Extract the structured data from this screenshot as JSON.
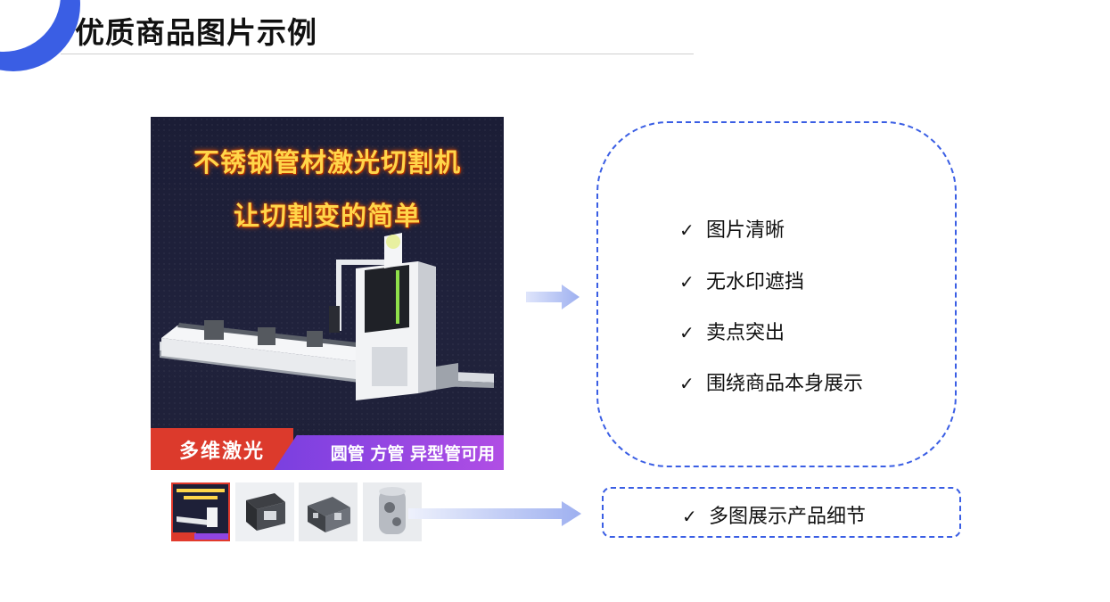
{
  "title": "优质商品图片示例",
  "product_image": {
    "headline": "不锈钢管材激光切割机",
    "subheadline": "让切割变的简单",
    "band_left": "多维激光",
    "band_right": "圆管 方管 异型管可用"
  },
  "thumbnails": [
    {
      "name": "thumbnail-machine"
    },
    {
      "name": "thumbnail-frame-part"
    },
    {
      "name": "thumbnail-square-tube-part"
    },
    {
      "name": "thumbnail-round-tube-part"
    }
  ],
  "checklist": {
    "check_symbol": "✓",
    "items": [
      "图片清晰",
      "无水印遮挡",
      "卖点突出",
      "围绕商品本身展示"
    ]
  },
  "detail_note": {
    "check_symbol": "✓",
    "text": "多图展示产品细节"
  },
  "colors": {
    "accent": "#3a5ee4",
    "arrow": "#aab8f2",
    "promo_text": "#ffd64a",
    "band_red": "#dc3a2c",
    "band_purple": "#8f45e2"
  }
}
